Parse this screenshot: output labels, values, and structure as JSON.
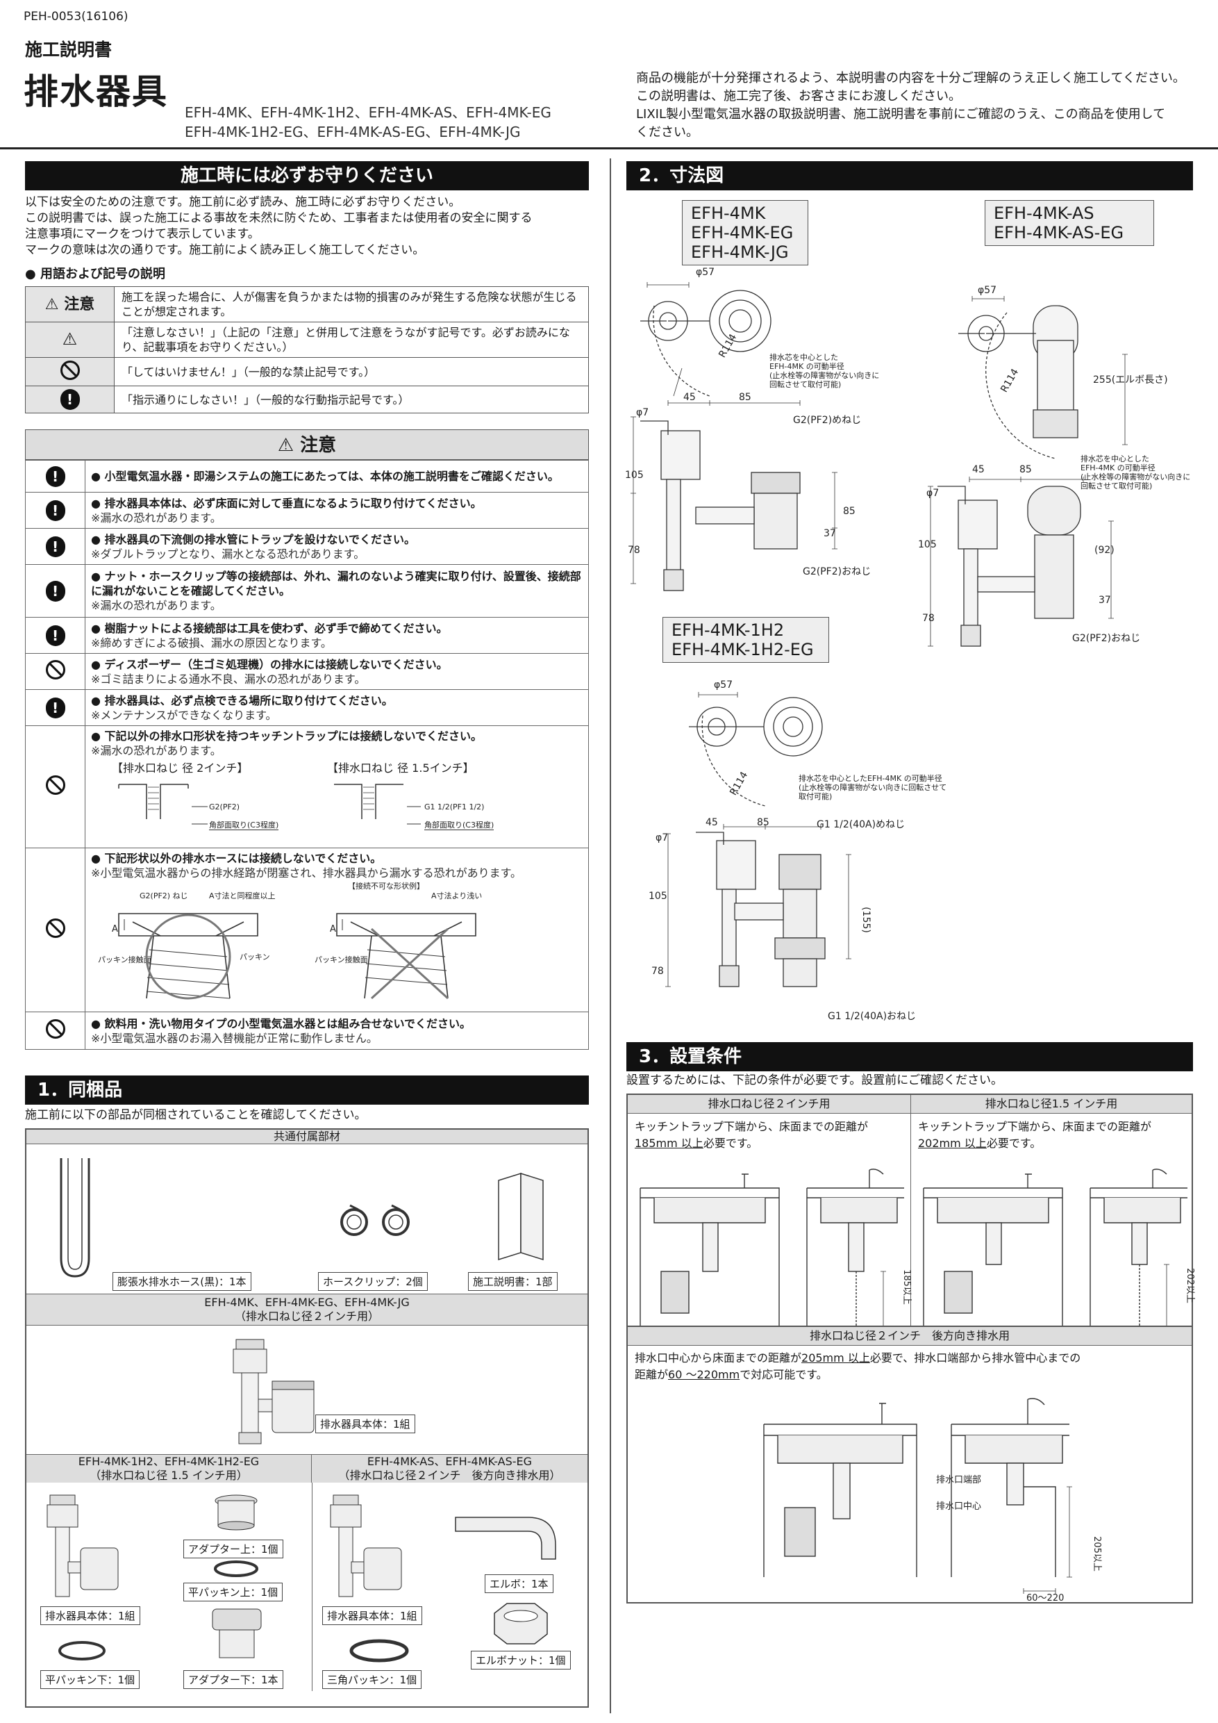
{
  "header": {
    "doc_no": "PEH-0053(16106)",
    "doc_kind": "施工説明書",
    "title": "排水器具",
    "models_line1": "EFH-4MK、EFH-4MK-1H2、EFH-4MK-AS、EFH-4MK-EG",
    "models_line2": "EFH-4MK-1H2-EG、EFH-4MK-AS-EG、EFH-4MK-JG",
    "intro_line1": "商品の機能が十分発揮されるよう、本説明書の内容を十分ご理解のうえ正しく施工してください。",
    "intro_line2": "この説明書は、施工完了後、お客さまにお渡しください。",
    "intro_line3": "LIXIL製小型電気温水器の取扱説明書、施工説明書を事前にご確認のうえ、この商品を使用して",
    "intro_line4": "ください。"
  },
  "safety": {
    "title": "施工時には必ずお守りください",
    "line1": "以下は安全のための注意です。施工前に必ず読み、施工時に必ずお守りください。",
    "line2": "この説明書では、誤った施工による事故を未然に防ぐため、工事者または使用者の安全に関する",
    "line3": "注意事項にマークをつけて表示しています。",
    "line4": "マークの意味は次の通りです。施工前によく読み正しく施工してください。",
    "defs_title": "● 用語および記号の説明",
    "defs": [
      {
        "key": "注意",
        "text": "施工を誤った場合に、人が傷害を負うかまたは物的損害のみが発生する危険な状態が生じることが想定されます。"
      },
      {
        "key": "",
        "text": "「注意しなさい！」（上記の「注意」と併用して注意をうながす記号です。必ずお読みになり、記載事項をお守りください。）"
      },
      {
        "key": "",
        "text": "「してはいけません！」（一般的な禁止記号です。）"
      },
      {
        "key": "",
        "text": "「指示通りにしなさい！」（一般的な行動指示記号です。）"
      }
    ],
    "caution_title": "注意",
    "cautions": [
      {
        "icon": "bang",
        "main": "● 小型電気温水器・即湯システムの施工にあたっては、本体の施工説明書をご確認ください。",
        "note": ""
      },
      {
        "icon": "bang",
        "main": "● 排水器具本体は、必ず床面に対して垂直になるように取り付けてください。",
        "note": "※漏水の恐れがあります。"
      },
      {
        "icon": "bang",
        "main": "● 排水器具の下流側の排水管にトラップを設けないでください。",
        "note": "※ダブルトラップとなり、漏水となる恐れがあります。"
      },
      {
        "icon": "bang",
        "main": "● ナット・ホースクリップ等の接続部は、外れ、漏れのないよう確実に取り付け、設置後、接続部に漏れがないことを確認してください。",
        "note": "※漏水の恐れがあります。"
      },
      {
        "icon": "bang",
        "main": "● 樹脂ナットによる接続部は工具を使わず、必ず手で締めてください。",
        "note": "※締めすぎによる破損、漏水の原因となります。"
      },
      {
        "icon": "no",
        "main": "● ディスポーザー（生ゴミ処理機）の排水には接続しないでください。",
        "note": "※ゴミ詰まりによる通水不良、漏水の恐れがあります。"
      },
      {
        "icon": "bang",
        "main": "● 排水器具は、必ず点検できる場所に取り付けてください。",
        "note": "※メンテナンスができなくなります。"
      }
    ],
    "c8_main": "● 下記以外の排水口形状を持つキッチントラップには接続しないでください。",
    "c8_note": "※漏水の恐れがあります。",
    "c8_fig1": "【排水口ねじ 径 2インチ】",
    "c8_fig2": "【排水口ねじ 径 1.5インチ】",
    "c8_f1a": "G2(PF2)",
    "c8_f1b": "角部面取り(C3程度)",
    "c8_f2a": "G1 1/2(PF1 1/2)",
    "c8_f2b": "角部面取り(C3程度)",
    "c9_main": "● 下記形状以外の排水ホースには接続しないでください。",
    "c9_note": "※小型電気温水器からの排水経路が閉塞され、排水器具から漏水する恐れがあります。",
    "c9_ng": "【接続不可な形状例】",
    "c9_l1": "G2(PF2) ねじ",
    "c9_l2": "A寸法と同程度以上",
    "c9_l3": "A寸法より浅い",
    "c9_l4": "パッキン接触面",
    "c9_l5": "パッキン",
    "c9_l6": "パッキン接触面",
    "c9_a": "A",
    "c10_main": "● 飲料用・洗い物用タイプの小型電気温水器とは組み合せないでください。",
    "c10_note": "※小型電気温水器のお湯入替機能が正常に動作しません。"
  },
  "contents": {
    "title": "1．同梱品",
    "lead": "施工前に以下の部品が同梱されていることを確認してください。",
    "common_header": "共通付属部材",
    "hose": "膨張水排水ホース(黒)：1本",
    "clip": "ホースクリップ：2個",
    "manual": "施工説明書：1部",
    "g1_header_1": "EFH-4MK、EFH-4MK-EG、EFH-4MK-JG",
    "g1_header_2": "（排水口ねじ径２インチ用）",
    "g1_body": "排水器具本体：1組",
    "g2_header_1": "EFH-4MK-1H2、EFH-4MK-1H2-EG",
    "g2_header_2": "（排水口ねじ径 1.5 インチ用）",
    "g2_adapter_up": "アダプター上：1個",
    "g2_packing_up": "平パッキン上：1個",
    "g2_body": "排水器具本体：1組",
    "g2_packing_down": "平パッキン下：1個",
    "g2_adapter_down": "アダプター下：1本",
    "g3_header_1": "EFH-4MK-AS、EFH-4MK-AS-EG",
    "g3_header_2": "（排水口ねじ径２インチ　後方向き排水用）",
    "g3_elbow": "エルボ：1本",
    "g3_body": "排水器具本体：1組",
    "g3_elbow_nut": "エルボナット：1個",
    "g3_tri_packing": "三角パッキン：1個"
  },
  "dims": {
    "title": "2．寸法図",
    "box1": [
      "EFH-4MK",
      "EFH-4MK-EG",
      "EFH-4MK-JG"
    ],
    "box2": [
      "EFH-4MK-AS",
      "EFH-4MK-AS-EG"
    ],
    "box3": [
      "EFH-4MK-1H2",
      "EFH-4MK-1H2-EG"
    ],
    "phi57": "φ57",
    "phi7": "φ7",
    "r114": "R114",
    "d45": "45",
    "d85": "85",
    "d105": "105",
    "d78": "78",
    "d37": "37",
    "d92": "(92)",
    "d155": "(155)",
    "g2_female": "G2(PF2)めねじ",
    "g2_male": "G2(PF2)おねじ",
    "g112_female": "G1 1/2(40A)めねじ",
    "g112_male": "G1 1/2(40A)おねじ",
    "elbow_len": "255(エルボ長さ)",
    "note_a1": "排水芯を中心とした",
    "note_a2": "EFH-4MK の可動半径",
    "note_a3": "(止水栓等の障害物がない向きに",
    "note_a4": "回転させて取付可能)",
    "note_b1": "排水芯を中心としたEFH-4MK の可動半径",
    "note_b2": "(止水栓等の障害物がない向きに回転させて",
    "note_b3": "取付可能)"
  },
  "install": {
    "title": "3．設置条件",
    "lead": "設置するためには、下記の条件が必要です。設置前にご確認ください。",
    "col1_head": "排水口ねじ径２インチ用",
    "col1_text_1": "キッチントラップ下端から、床面までの距離が",
    "col1_req": "185mm 以上",
    "col1_text_2": "必要です。",
    "col1_mark": "185以上",
    "col2_head": "排水口ねじ径1.5 インチ用",
    "col2_text_1": "キッチントラップ下端から、床面までの距離が",
    "col2_req": "202mm 以上",
    "col2_text_2": "必要です。",
    "col2_mark": "202以上",
    "col3_head": "排水口ねじ径２インチ　後方向き排水用",
    "col3_text_1a": "排水口中心から床面までの距離が",
    "col3_req1": "205mm 以上",
    "col3_text_1b": "必要で、排水口端部から排水管中心までの",
    "col3_text_2a": "距離が",
    "col3_req2": "60 ～220mm",
    "col3_text_2b": "で対応可能です。",
    "col3_l1": "排水口端部",
    "col3_l2": "排水口中心",
    "col3_l3": "60～220",
    "col3_mark": "205以上"
  }
}
